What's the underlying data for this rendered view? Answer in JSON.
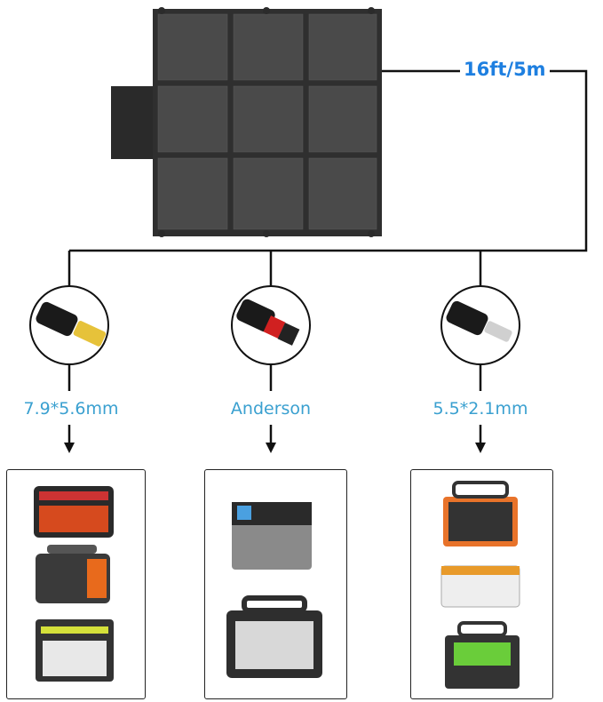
{
  "cable_length": "16ft/5m",
  "connectors": [
    {
      "label": "7.9*5.6mm",
      "icon": "dc-barrel-7956-icon"
    },
    {
      "label": "Anderson",
      "icon": "anderson-connector-icon"
    },
    {
      "label": "5.5*2.1mm",
      "icon": "dc-barrel-5521-icon"
    }
  ],
  "colors": {
    "label": "#3aa0d0",
    "length": "#1e7fe0",
    "panel": "#3a3a3a"
  }
}
